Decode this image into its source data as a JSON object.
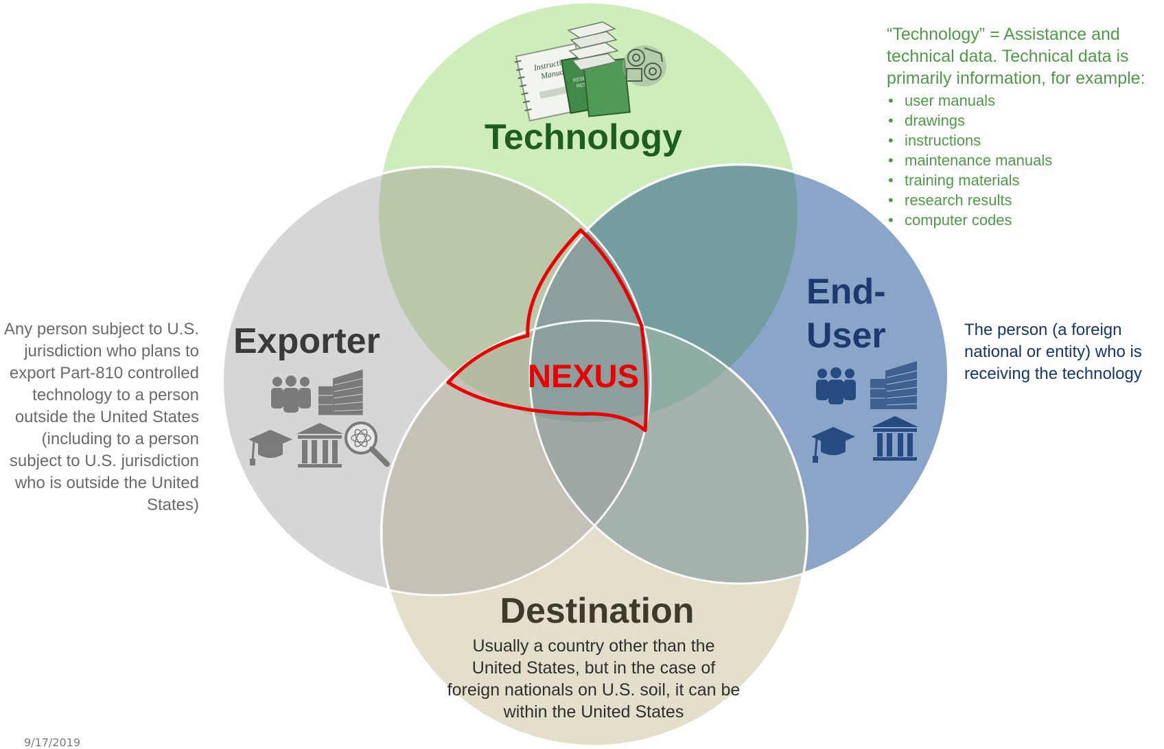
{
  "diagram": {
    "technology": {
      "title": "Technology"
    },
    "exporter": {
      "title": "Exporter",
      "description": "Any person subject to U.S. jurisdiction who plans to export Part-810 controlled technology to a  person outside the United States (including to a person subject to U.S. jurisdiction who is outside the United States)"
    },
    "enduser": {
      "title_line1": "End-",
      "title_line2": "User",
      "description": "The person (a foreign national or entity) who is receiving the technology"
    },
    "destination": {
      "title": "Destination",
      "description": "Usually a country other than the United States, but in the case of foreign nationals on U.S. soil, it can be within the United States"
    },
    "nexus": {
      "label": "NEXUS"
    }
  },
  "technology_note": {
    "intro": "“Technology” = Assistance and technical data. Technical data is primarily information, for example:",
    "items": [
      "user manuals",
      "drawings",
      "instructions",
      "maintenance manuals",
      "training materials",
      "research results",
      "computer codes"
    ]
  },
  "manual_cover": {
    "line1": "Instruction",
    "line2": "Manual"
  },
  "results_cover": {
    "line1": "RESEARCH",
    "line2": "RESULTS"
  },
  "footer": {
    "date": "9/17/2019"
  },
  "colors": {
    "technology_circle": "#cdeebb",
    "exporter_circle": "#d6d6d6",
    "enduser_circle": "#8ba5c8",
    "destination_circle": "#e3dfcb",
    "nexus_outline": "#ea0000",
    "exporter_icons": "#7a7a7a",
    "enduser_icons": "#264b80"
  },
  "icons": {
    "technology": [
      "instruction-manual-icon",
      "research-results-book-icon",
      "stacked-papers-icon",
      "machine-parts-icon"
    ],
    "exporter": [
      "people-group-icon",
      "office-building-icon",
      "graduation-cap-icon",
      "government-building-icon",
      "atom-magnifier-icon"
    ],
    "enduser": [
      "people-group-icon",
      "office-building-icon",
      "graduation-cap-icon",
      "government-building-icon"
    ]
  }
}
